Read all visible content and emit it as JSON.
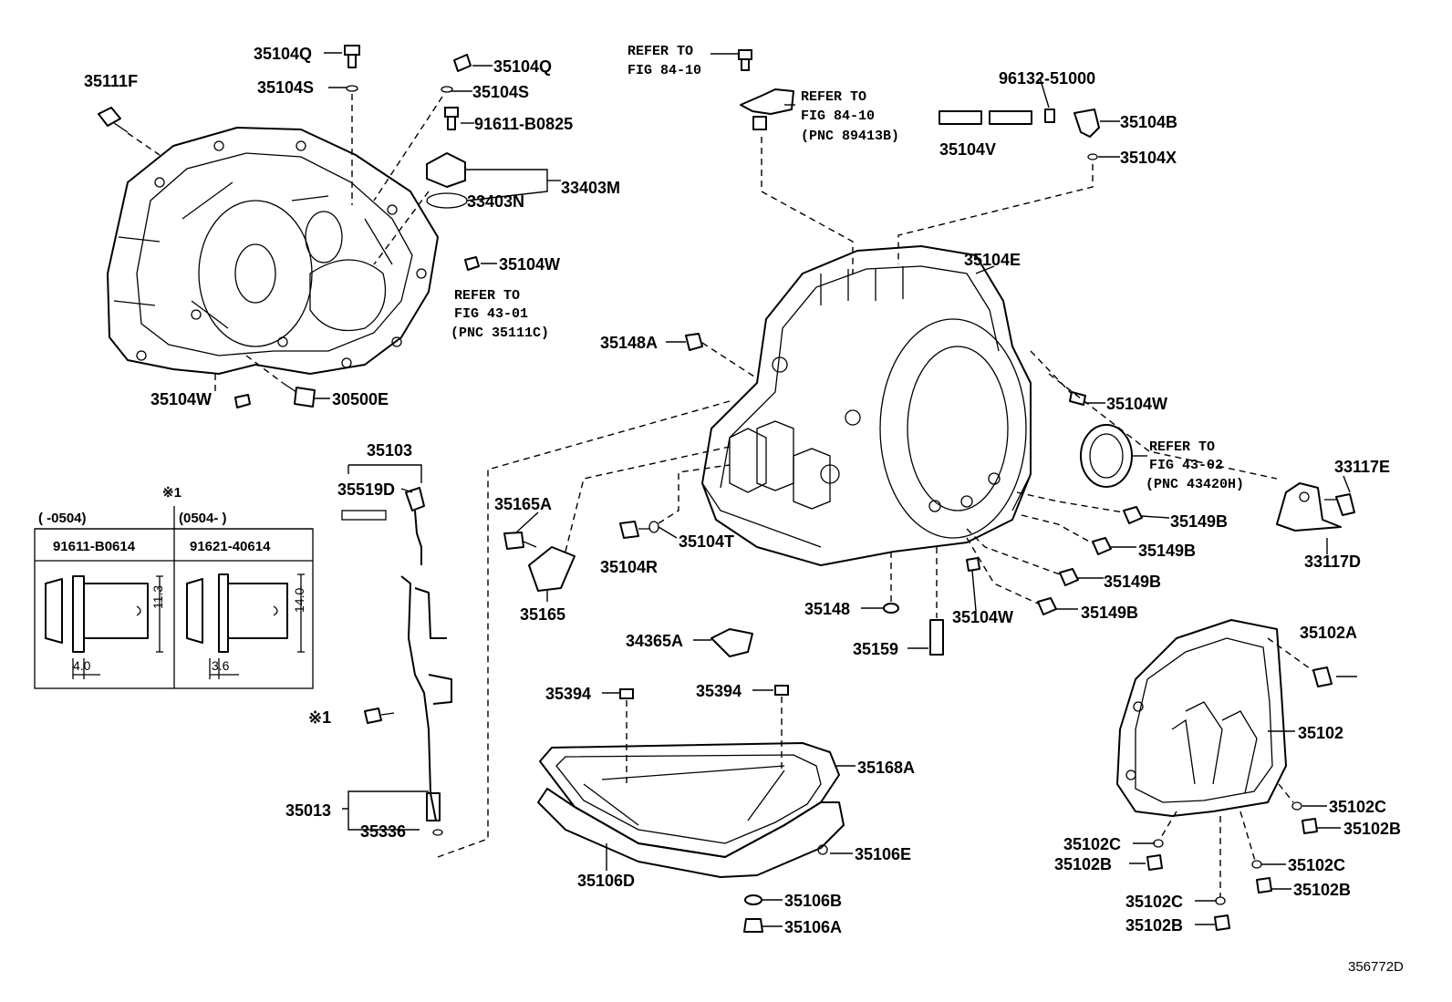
{
  "labels": {
    "l35111F": "35111F",
    "l35104Q_a": "35104Q",
    "l35104S_a": "35104S",
    "l35104Q_b": "35104Q",
    "l35104S_b": "35104S",
    "l91611B0825": "91611-B0825",
    "l33403M": "33403M",
    "l33403N": "33403N",
    "l35104W_a": "35104W",
    "l35104W_b": "35104W",
    "l30500E": "30500E",
    "l96132": "96132-51000",
    "l35104B": "35104B",
    "l35104V": "35104V",
    "l35104X": "35104X",
    "l35104E": "35104E",
    "l35148A": "35148A",
    "l35104W_c": "35104W",
    "l33117E": "33117E",
    "l33117D": "33117D",
    "l35149B_a": "35149B",
    "l35149B_b": "35149B",
    "l35149B_c": "35149B",
    "l35149B_d": "35149B",
    "l35104T": "35104T",
    "l35104R": "35104R",
    "l35165A": "35165A",
    "l35165": "35165",
    "l35148": "35148",
    "l35104W_d": "35104W",
    "l35159": "35159",
    "l34365A": "34365A",
    "l35103": "35103",
    "l35519D": "35519D",
    "l35013": "35013",
    "l35336": "35336",
    "l35394_a": "35394",
    "l35394_b": "35394",
    "l35168A": "35168A",
    "l35106E": "35106E",
    "l35106D": "35106D",
    "l35106B": "35106B",
    "l35106A": "35106A",
    "l35102A": "35102A",
    "l35102": "35102",
    "l35102C_a": "35102C",
    "l35102B_a": "35102B",
    "l35102C_b": "35102C",
    "l35102B_b": "35102B",
    "l35102C_c": "35102C",
    "l35102B_c": "35102B",
    "l35102C_d": "35102C",
    "l35102B_d": "35102B",
    "mark1": "※1"
  },
  "refer_notes": {
    "fig43_01": {
      "line1": "REFER TO",
      "line2": "FIG 43-01",
      "line3": "(PNC 35111C)"
    },
    "fig84_10_top": {
      "line1": "REFER TO",
      "line2": "FIG 84-10"
    },
    "fig84_10_mid": {
      "line1": "REFER TO",
      "line2": "FIG 84-10",
      "line3": "(PNC 89413B)"
    },
    "fig43_02": {
      "line1": "REFER TO",
      "line2": "FIG 43-02",
      "line3": "(PNC 43420H)"
    }
  },
  "table": {
    "mark": "※1",
    "col1_range": "(      -0504)",
    "col2_range": "(0504-      )",
    "col1_part": "91611-B0614",
    "col2_part": "91621-40614",
    "col1_len": "11.3",
    "col1_w": "4.0",
    "col2_len": "14.0",
    "col2_w": "3.6"
  },
  "figure_id": "356772D"
}
